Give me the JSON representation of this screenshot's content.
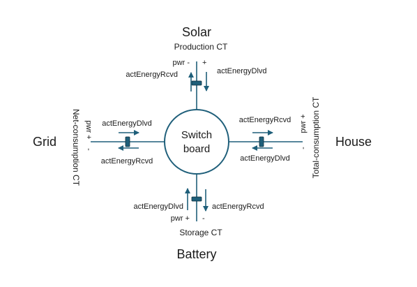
{
  "nodes": {
    "solar": "Solar",
    "grid": "Grid",
    "house": "House",
    "battery": "Battery",
    "switchboard_line1": "Switch",
    "switchboard_line2": "board"
  },
  "cts": {
    "production": "Production CT",
    "net_consumption": "Net-consumption CT",
    "total_consumption": "Total-consumption CT",
    "storage": "Storage CT"
  },
  "labels": {
    "solar_pwr_minus": "pwr -",
    "solar_plus": "+",
    "solar_rcvd": "actEnergyRcvd",
    "solar_dlvd": "actEnergyDlvd",
    "grid_pwr_plus": "pwr +",
    "grid_minus": "-",
    "grid_dlvd": "actEnergyDlvd",
    "grid_rcvd": "actEnergyRcvd",
    "house_pwr_plus": "pwr +",
    "house_minus": "-",
    "house_rcvd": "actEnergyRcvd",
    "house_dlvd": "actEnergyDlvd",
    "battery_dlvd": "actEnergyDlvd",
    "battery_rcvd": "actEnergyRcvd",
    "battery_pwr_plus": "pwr +",
    "battery_minus": "-"
  },
  "colors": {
    "line": "#1f5f7a",
    "ct_fill": "#1f5f7a",
    "text": "#1a1a1a"
  }
}
